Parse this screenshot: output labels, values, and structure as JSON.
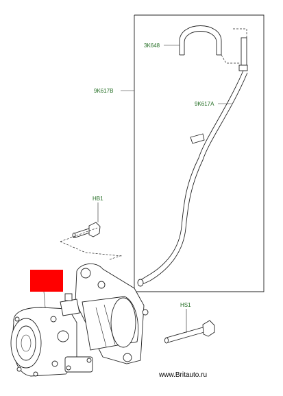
{
  "labels": {
    "hose_u": "3K648",
    "hose_long_b": "9K617B",
    "hose_long_a": "9K617A",
    "bolt_hb1": "HB1",
    "bolt_hs1": "HS1"
  },
  "watermark": "www.Britauto.ru",
  "colors": {
    "label_text": "#1f6b1f",
    "highlight_box": "#ff0000",
    "linework": "#222222"
  }
}
